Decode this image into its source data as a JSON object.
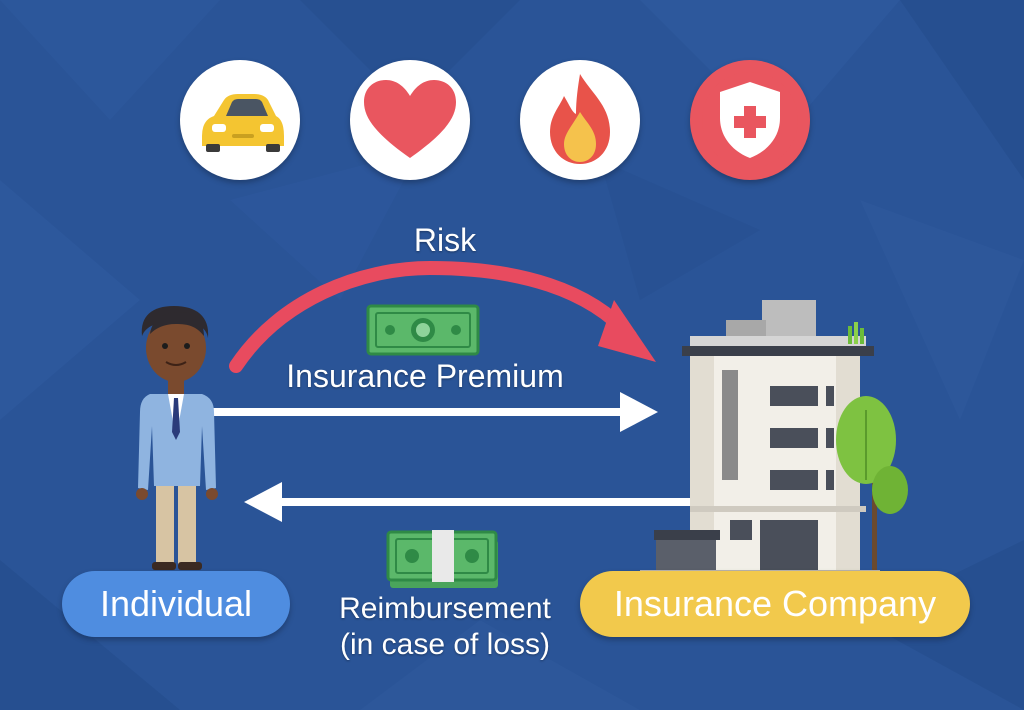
{
  "labels": {
    "risk": "Risk",
    "premium": "Insurance Premium",
    "reimbursement_line1": "Reimbursement",
    "reimbursement_line2": "(in case of loss)"
  },
  "parties": {
    "individual": "Individual",
    "company": "Insurance Company"
  },
  "icons": [
    "car-icon",
    "heart-icon",
    "fire-icon",
    "health-shield-icon"
  ],
  "colors": {
    "background": "#2a5497",
    "risk_arrow": "#e84b5f",
    "individual_pill": "#4f8de0",
    "company_pill": "#f2c94c",
    "money": "#5bb86a"
  }
}
